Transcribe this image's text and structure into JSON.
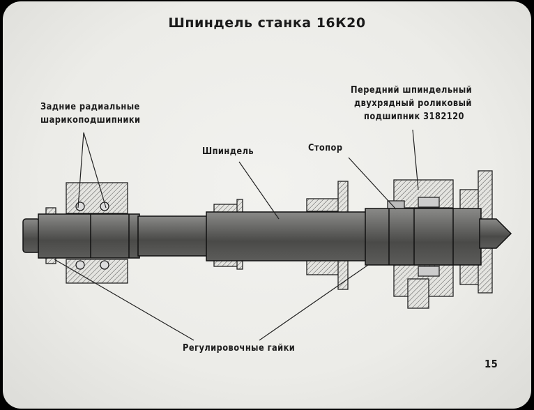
{
  "title": "Шпиндель станка 16К20",
  "labels": {
    "rear_bearings": [
      "Задние радиальные",
      "шарикоподшипники"
    ],
    "spindle": "Шпиндель",
    "stopper": "Стопор",
    "front_bearing": [
      "Передний шпиндельный",
      "двухрядный роликовый",
      "подшипник 3182120"
    ],
    "adjusting_nuts": "Регулировочные гайки"
  },
  "page_number": "15"
}
